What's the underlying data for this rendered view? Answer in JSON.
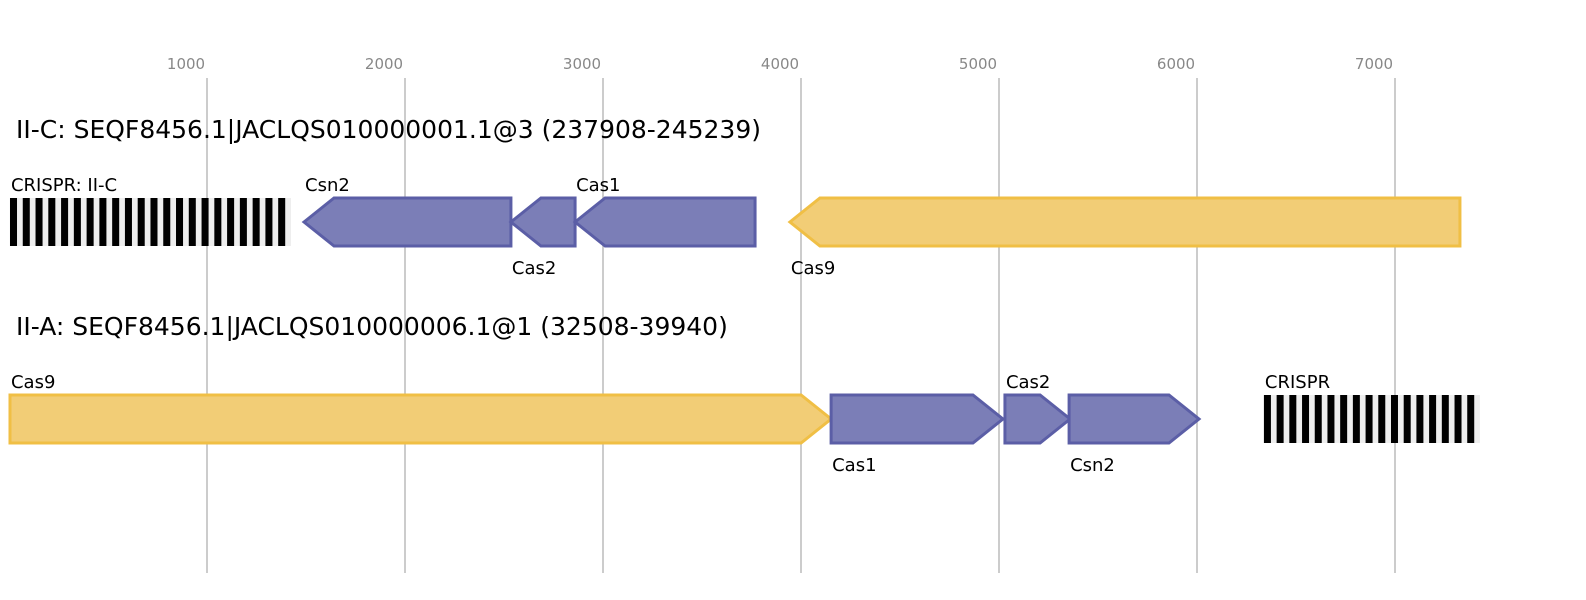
{
  "axis": {
    "ticks": [
      1000,
      2000,
      3000,
      4000,
      5000,
      6000,
      7000
    ]
  },
  "colors": {
    "cas9_fill": "#f2cd76",
    "cas9_stroke": "#f0bf45",
    "gene_fill": "#7b7eb7",
    "gene_stroke": "#5b5ea6",
    "crispr_dark": "#000000",
    "crispr_light": "#eeeeee",
    "grid": "#bbbbbb"
  },
  "loci": [
    {
      "title": "II-C: SEQF8456.1|JACLQS010000001.1@3 (237908-245239)",
      "features": [
        {
          "label": "CRISPR: II-C",
          "type": "crispr",
          "start": 5,
          "end": 1424,
          "repeats": 22,
          "label_pos": "above"
        },
        {
          "label": "Csn2",
          "type": "gene",
          "start": 1490,
          "end": 2535,
          "strand": "-",
          "label_pos": "above"
        },
        {
          "label": "Cas2",
          "type": "gene",
          "start": 2535,
          "end": 2859,
          "strand": "-",
          "label_pos": "below"
        },
        {
          "label": "Cas1",
          "type": "gene",
          "start": 2859,
          "end": 3768,
          "strand": "-",
          "label_pos": "above"
        },
        {
          "label": "Cas9",
          "type": "cas9",
          "start": 3944,
          "end": 7328,
          "strand": "-",
          "label_pos": "below"
        }
      ]
    },
    {
      "title": "II-A: SEQF8456.1|JACLQS010000006.1@1 (32508-39940)",
      "features": [
        {
          "label": "Cas9",
          "type": "cas9",
          "start": 5,
          "end": 4152,
          "strand": "+",
          "label_pos": "above"
        },
        {
          "label": "Cas1",
          "type": "gene",
          "start": 4152,
          "end": 5020,
          "strand": "+",
          "label_pos": "below"
        },
        {
          "label": "Cas2",
          "type": "gene",
          "start": 5030,
          "end": 5359,
          "strand": "+",
          "label_pos": "above"
        },
        {
          "label": "Csn2",
          "type": "gene",
          "start": 5354,
          "end": 6010,
          "strand": "+",
          "label_pos": "below"
        },
        {
          "label": "CRISPR",
          "type": "crispr",
          "start": 6338,
          "end": 7429,
          "repeats": 17,
          "label_pos": "above"
        }
      ]
    }
  ]
}
